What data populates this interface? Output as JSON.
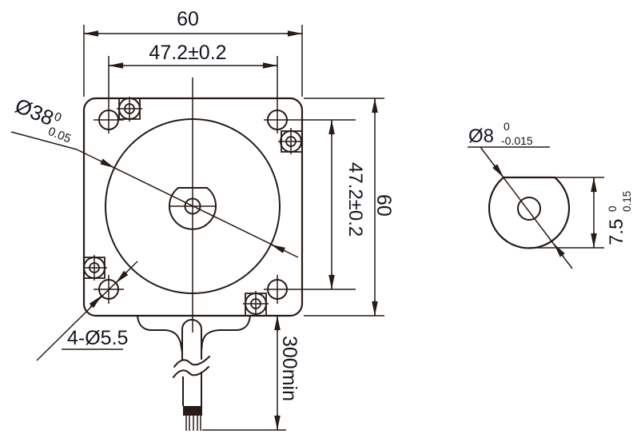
{
  "colors": {
    "line": "#261b16",
    "text": "#15151e",
    "background": "#ffffff"
  },
  "drawing": {
    "front_view": {
      "body_width": "60",
      "hole_spacing_horizontal": "47.2±0.2",
      "hole_spacing_vertical": "47.2±0.2",
      "body_height": "60",
      "pilot_diameter": {
        "value": "Ø38",
        "tol_upper": "0",
        "tol_lower": "0.05"
      },
      "mounting_holes": "4-Ø5.5",
      "lead_length": "300min"
    },
    "shaft_view": {
      "shaft_diameter": {
        "value": "Ø8",
        "tol_upper": "0",
        "tol_lower": "-0.015"
      },
      "flat_height": {
        "value": "7.5",
        "tol_upper": "0",
        "tol_lower": "0.15"
      }
    }
  }
}
